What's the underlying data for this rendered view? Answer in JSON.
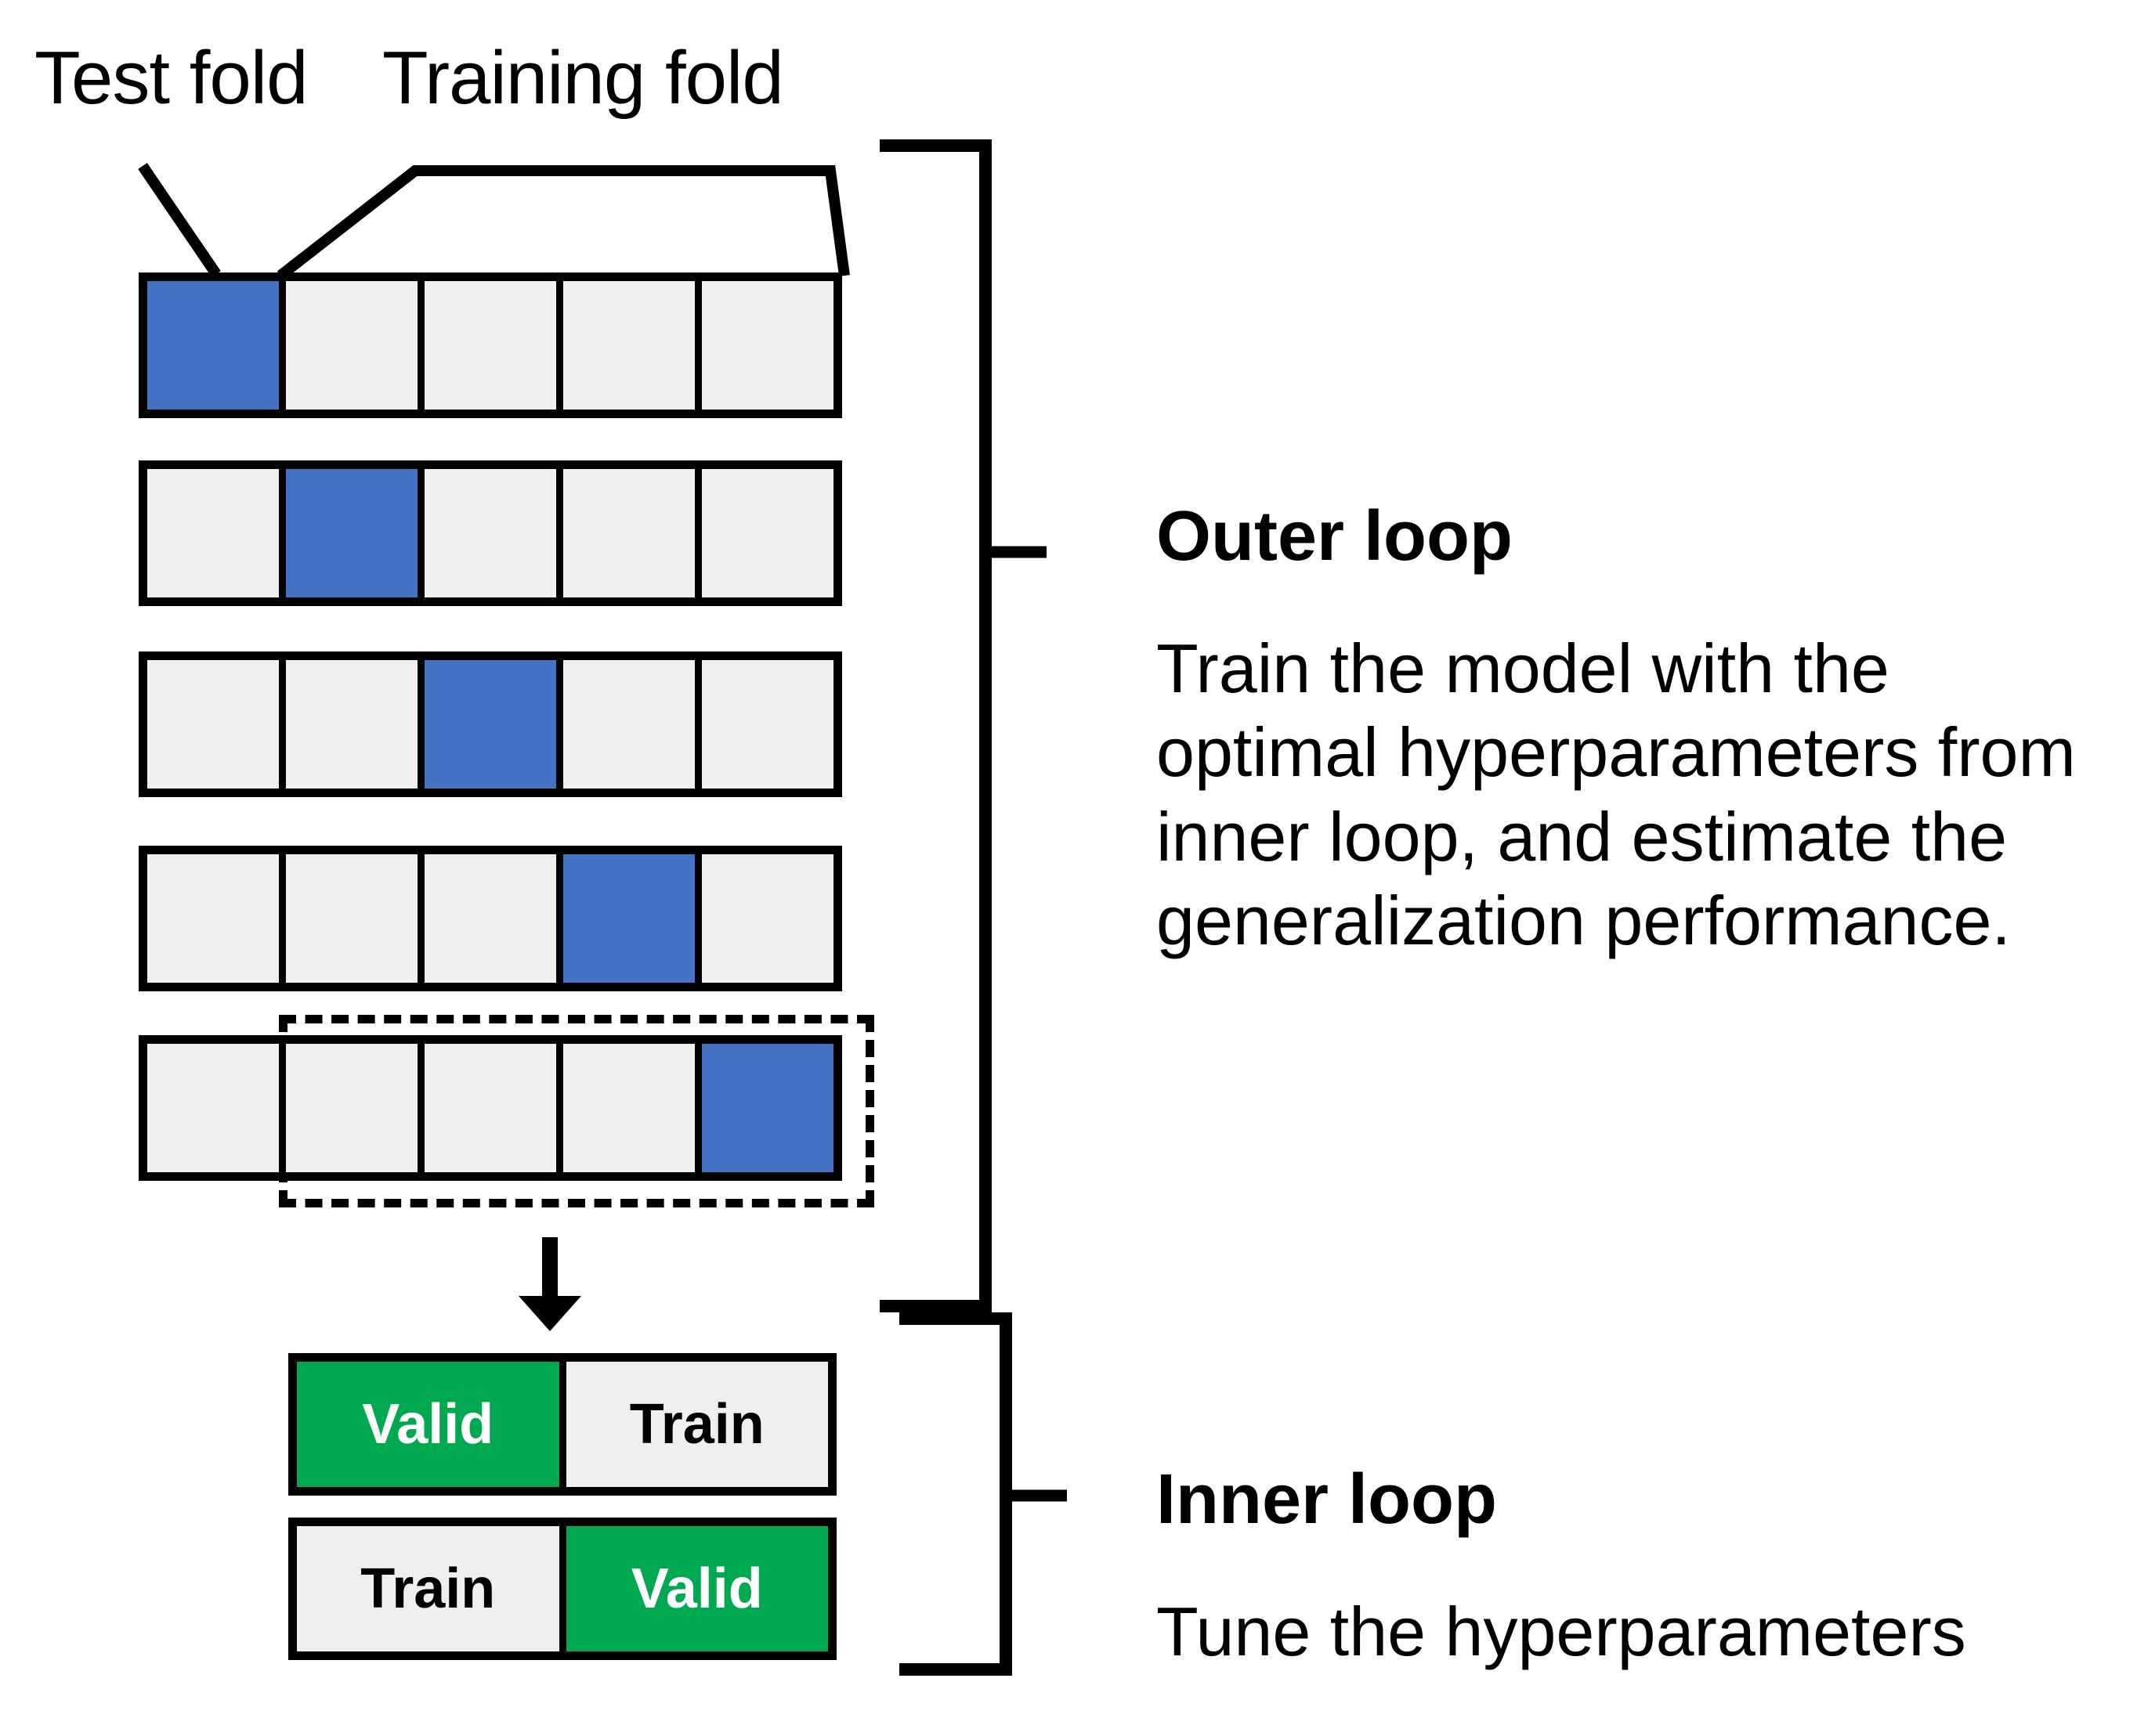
{
  "figure": {
    "title_labels": {
      "test_fold": "Test fold",
      "training_fold": "Training fold"
    },
    "colors": {
      "test_fold_blue": "#4472C4",
      "train_fold_gray": "#EFEFEF",
      "valid_green": "#00A850",
      "outline_black": "#000000",
      "background": "#FFFFFF"
    },
    "outer_loop": {
      "title": "Outer loop",
      "description": "Train the model with the optimal hyperparameters from inner loop, and estimate the generalization performance.",
      "n_folds": 5,
      "rows": [
        {
          "cells": [
            "test",
            "train",
            "train",
            "train",
            "train"
          ]
        },
        {
          "cells": [
            "train",
            "test",
            "train",
            "train",
            "train"
          ]
        },
        {
          "cells": [
            "train",
            "train",
            "test",
            "train",
            "train"
          ]
        },
        {
          "cells": [
            "train",
            "train",
            "train",
            "test",
            "train"
          ]
        },
        {
          "cells": [
            "train",
            "train",
            "train",
            "train",
            "test"
          ]
        }
      ],
      "highlighted_row_index": 4
    },
    "inner_loop": {
      "title": "Inner loop",
      "description": "Tune the hyperparameters",
      "rows": [
        {
          "cells": [
            {
              "label": "Valid",
              "kind": "valid"
            },
            {
              "label": "Train",
              "kind": "train"
            }
          ]
        },
        {
          "cells": [
            {
              "label": "Train",
              "kind": "train"
            },
            {
              "label": "Valid",
              "kind": "valid"
            }
          ]
        }
      ]
    }
  }
}
